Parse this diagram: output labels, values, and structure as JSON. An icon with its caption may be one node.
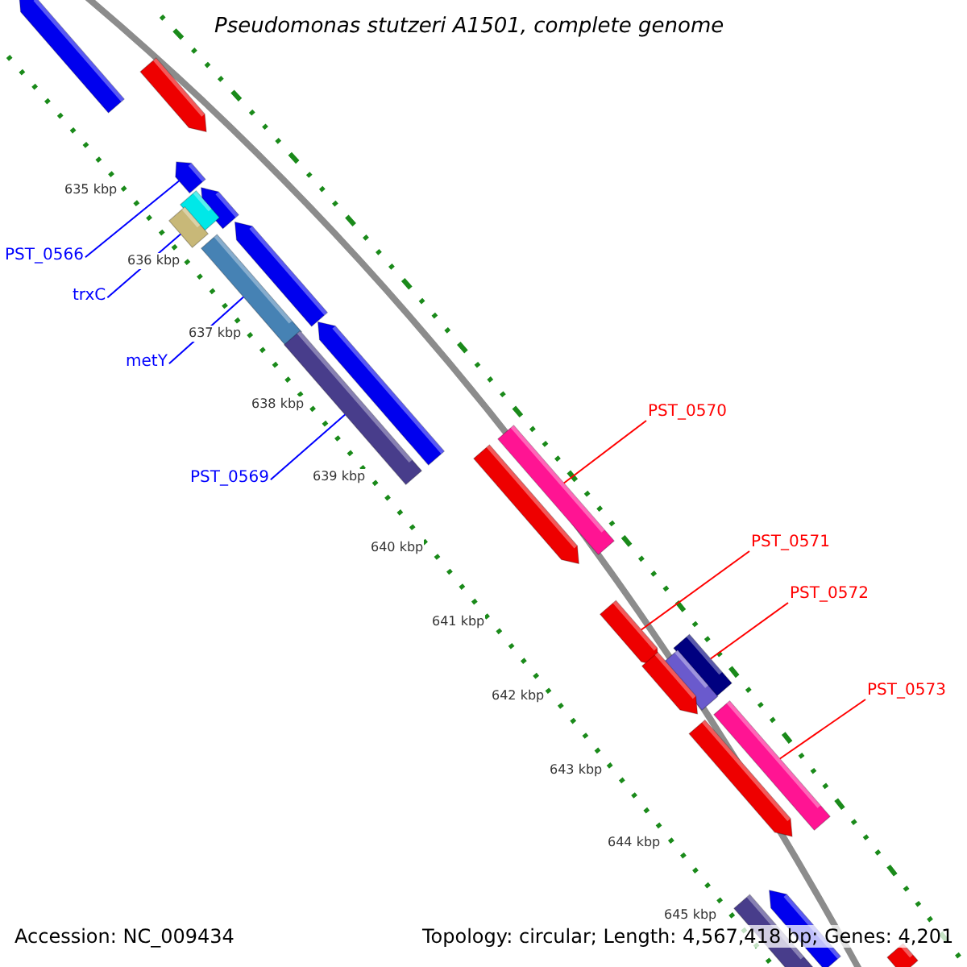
{
  "diagram": {
    "title": "Pseudomonas stutzeri A1501, complete genome",
    "nodes": [
      {
        "text": [
          "PST_0566"
        ]
      },
      {
        "text": [
          "trxC"
        ]
      },
      {
        "text": [
          "metY"
        ]
      },
      {
        "text": [
          "PST_0569"
        ]
      },
      {
        "text": [
          "PST_0570"
        ]
      },
      {
        "text": [
          "PST_0571"
        ]
      },
      {
        "text": [
          "PST_0572"
        ]
      },
      {
        "text": [
          "PST_0573"
        ]
      },
      {
        "text": [],
        "shape": "arrow"
      },
      {
        "text": [],
        "shape": "arrow"
      },
      {
        "text": [],
        "shape": "arrow"
      },
      {
        "text": [],
        "shape": "arrow"
      },
      {
        "text": [],
        "shape": "bar"
      },
      {
        "text": [],
        "shape": "bar"
      },
      {
        "text": [],
        "shape": "arrow"
      },
      {
        "text": [],
        "shape": "bar"
      },
      {
        "text": [],
        "shape": "arrow"
      },
      {
        "text": [],
        "shape": "bar"
      },
      {
        "text": [],
        "shape": "bar"
      },
      {
        "text": [],
        "shape": "arrow"
      },
      {
        "text": [],
        "shape": "arrow"
      },
      {
        "text": [],
        "shape": "bar"
      },
      {
        "text": [],
        "shape": "bar"
      },
      {
        "text": [],
        "shape": "arrow"
      },
      {
        "text": [],
        "shape": "bar"
      },
      {
        "text": [],
        "shape": "arrow"
      },
      {
        "text": [],
        "shape": "arrow"
      },
      {
        "text": [],
        "shape": "bar"
      },
      {
        "text": [],
        "shape": "bar"
      }
    ],
    "edges": [
      {
        "from": 0,
        "to": 10,
        "arrow": "none"
      },
      {
        "from": 1,
        "to": 13,
        "arrow": "none"
      },
      {
        "from": 2,
        "to": 15,
        "arrow": "none"
      },
      {
        "from": 3,
        "to": 17,
        "arrow": "none"
      },
      {
        "from": 4,
        "to": 18,
        "arrow": "none",
        "color": "#ff0000"
      },
      {
        "from": 5,
        "to": 20,
        "arrow": "none",
        "color": "#ff0000"
      },
      {
        "from": 6,
        "to": 21,
        "arrow": "none",
        "color": "#ff0000"
      },
      {
        "from": 7,
        "to": 24,
        "arrow": "none",
        "color": "#ff0000"
      }
    ],
    "labels": [
      "635 kbp",
      "636 kbp",
      "637 kbp",
      "638 kbp",
      "639 kbp",
      "640 kbp",
      "641 kbp",
      "642 kbp",
      "643 kbp",
      "644 kbp",
      "645 kbp",
      "Accession: NC_009434",
      "Topology: circular; Length: 4,567,418 bp; Genes: 4,201"
    ]
  }
}
